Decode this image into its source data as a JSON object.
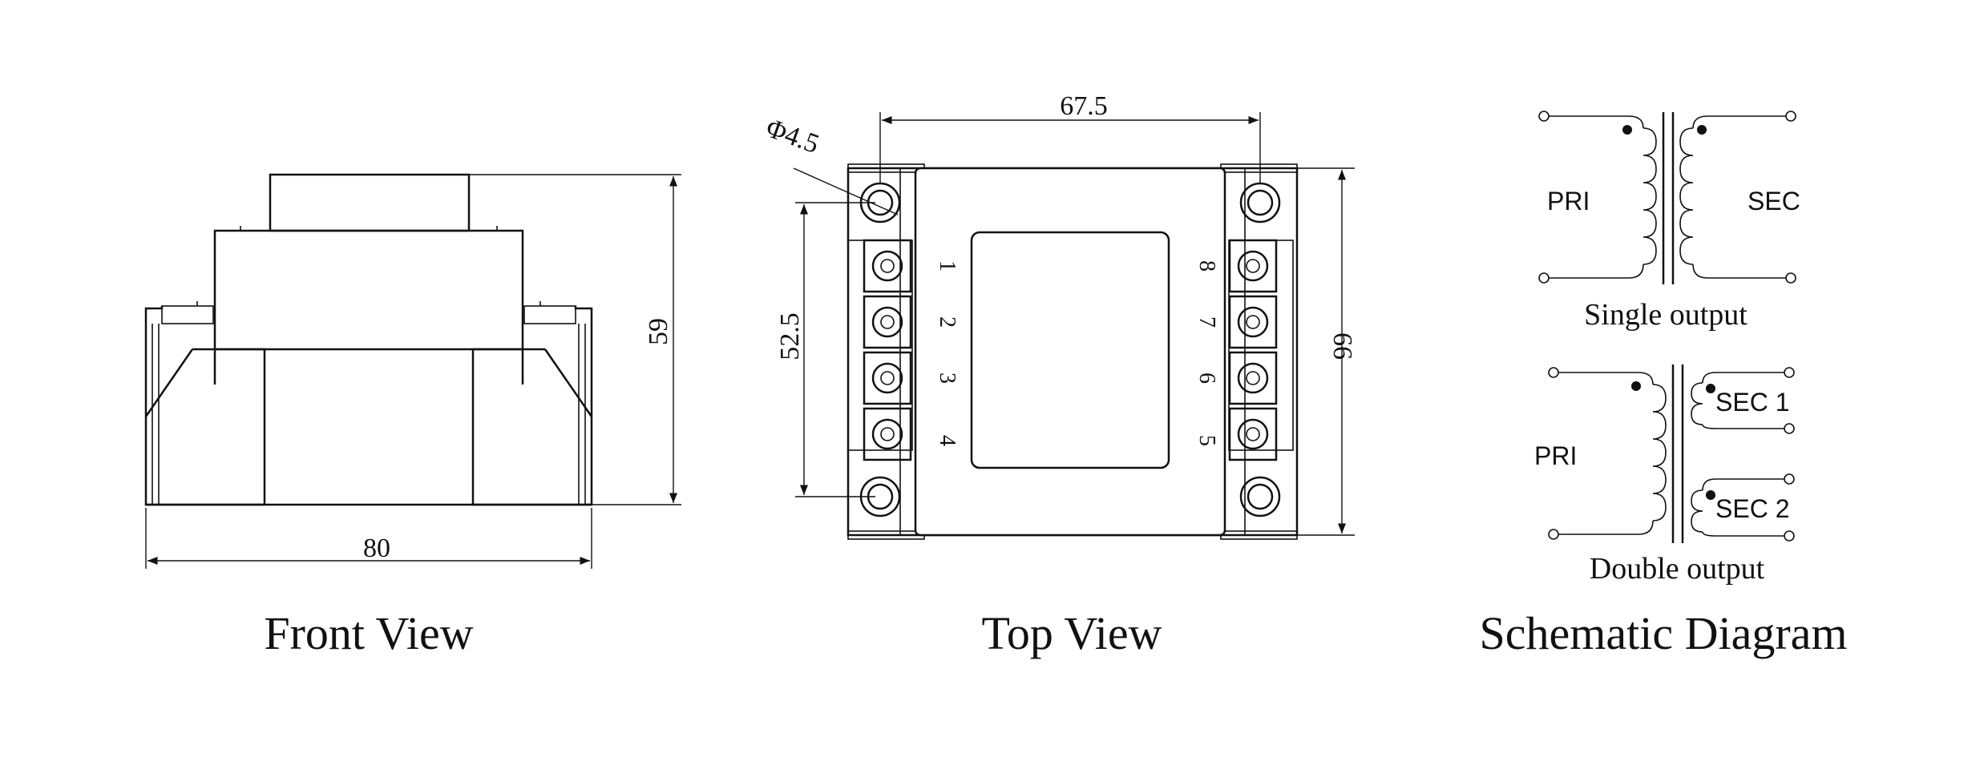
{
  "front_view": {
    "caption": "Front View",
    "dim_width": "80",
    "dim_height": "59"
  },
  "top_view": {
    "caption": "Top View",
    "dim_width": "67.5",
    "dim_height": "66",
    "dim_mount_spacing": "52.5",
    "dim_hole": "Φ4.5",
    "pins_left": [
      "1",
      "2",
      "3",
      "4"
    ],
    "pins_right": [
      "8",
      "7",
      "6",
      "5"
    ]
  },
  "schematic": {
    "caption": "Schematic Diagram",
    "single": {
      "title": "Single output",
      "primary_label": "PRI",
      "secondary_label": "SEC"
    },
    "double": {
      "title": "Double output",
      "primary_label": "PRI",
      "secondary_1_label": "SEC 1",
      "secondary_2_label": "SEC 2"
    }
  }
}
